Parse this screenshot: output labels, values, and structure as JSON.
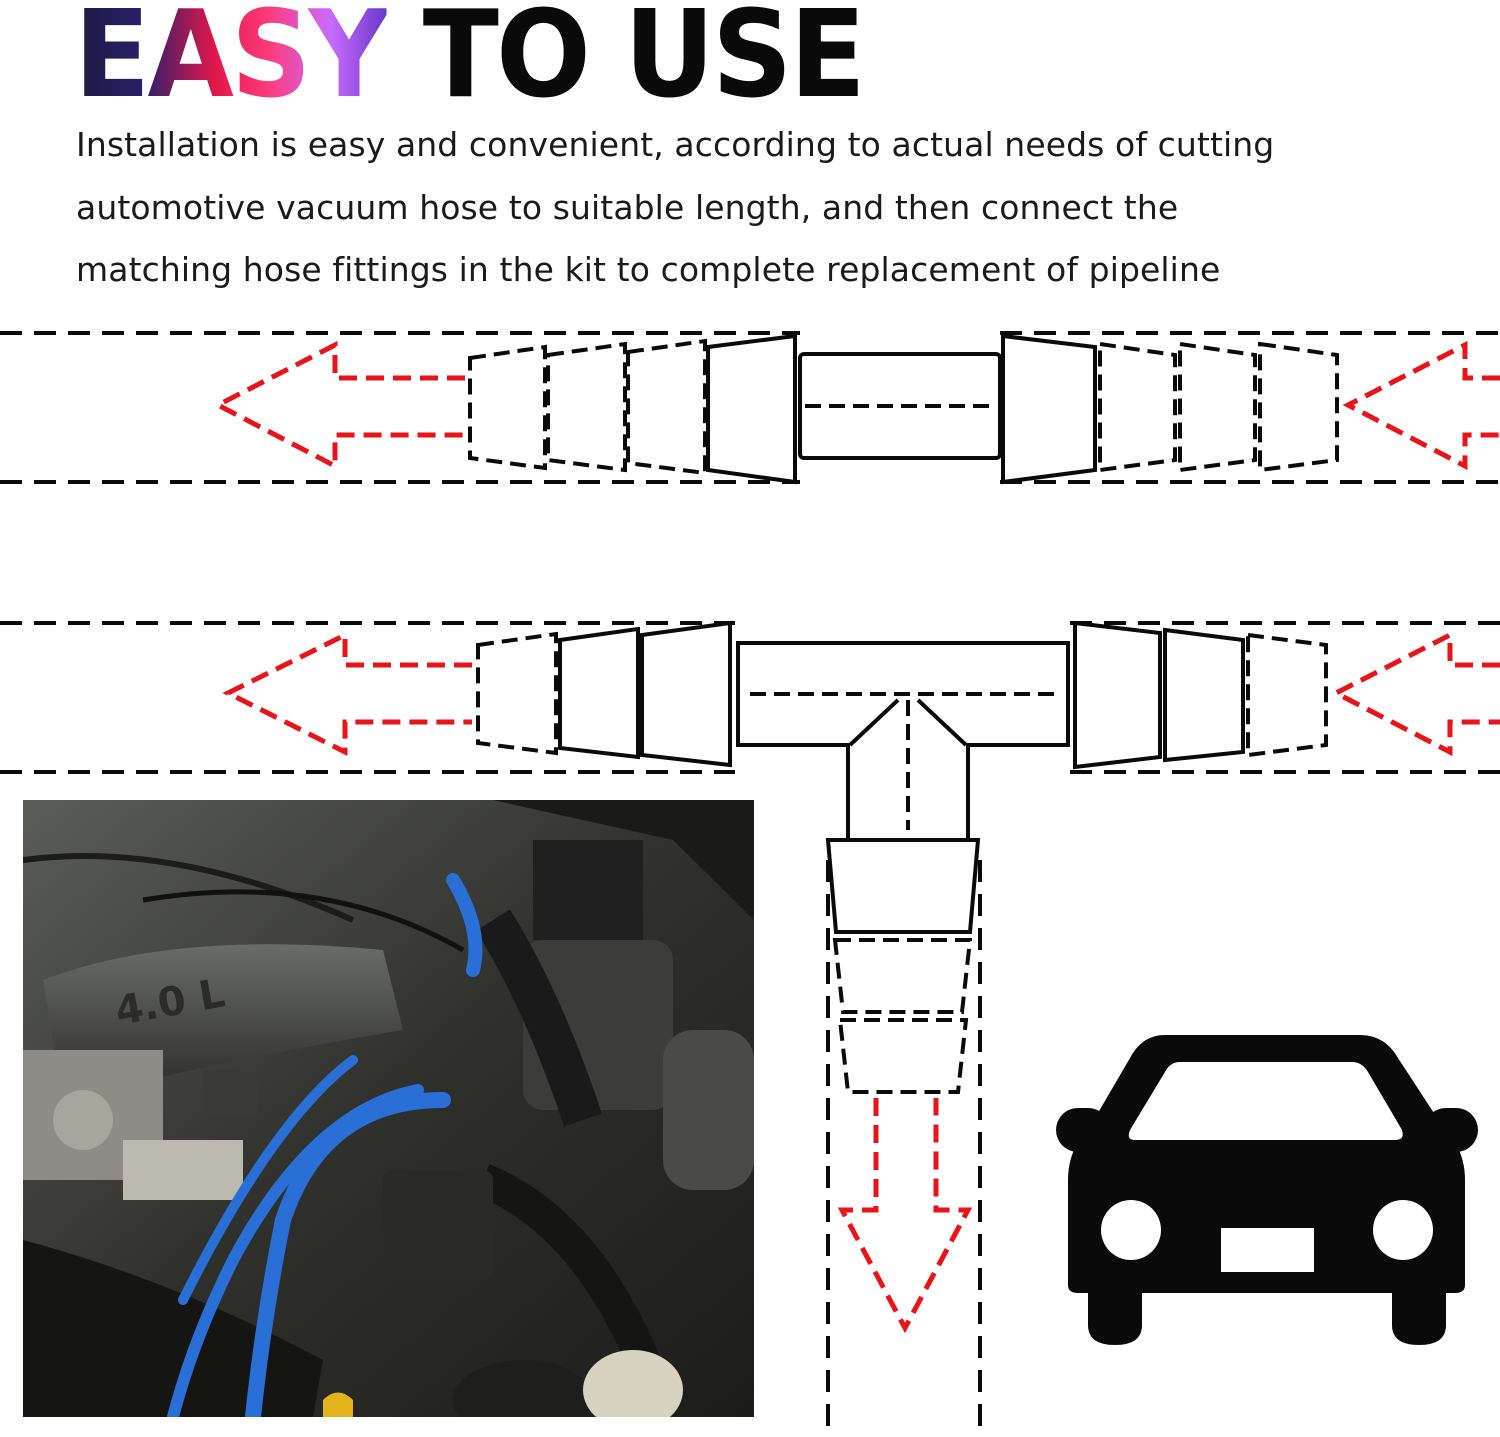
{
  "heading": {
    "word1": "EASY",
    "word2": "TO USE"
  },
  "description": "Installation is easy and convenient, according to actual needs of cutting automotive vacuum hose to suitable length, and then connect the matching hose fittings in the kit to complete replacement of pipeline",
  "colors": {
    "arrow_red": "#e8141a",
    "outline_black": "#0a0a0a",
    "accent_blue": "#2a6fd6"
  },
  "icons": [
    "flow-arrow-left-icon",
    "flow-arrow-down-icon",
    "car-front-icon"
  ],
  "photo": {
    "engraving": "4.0 L"
  }
}
